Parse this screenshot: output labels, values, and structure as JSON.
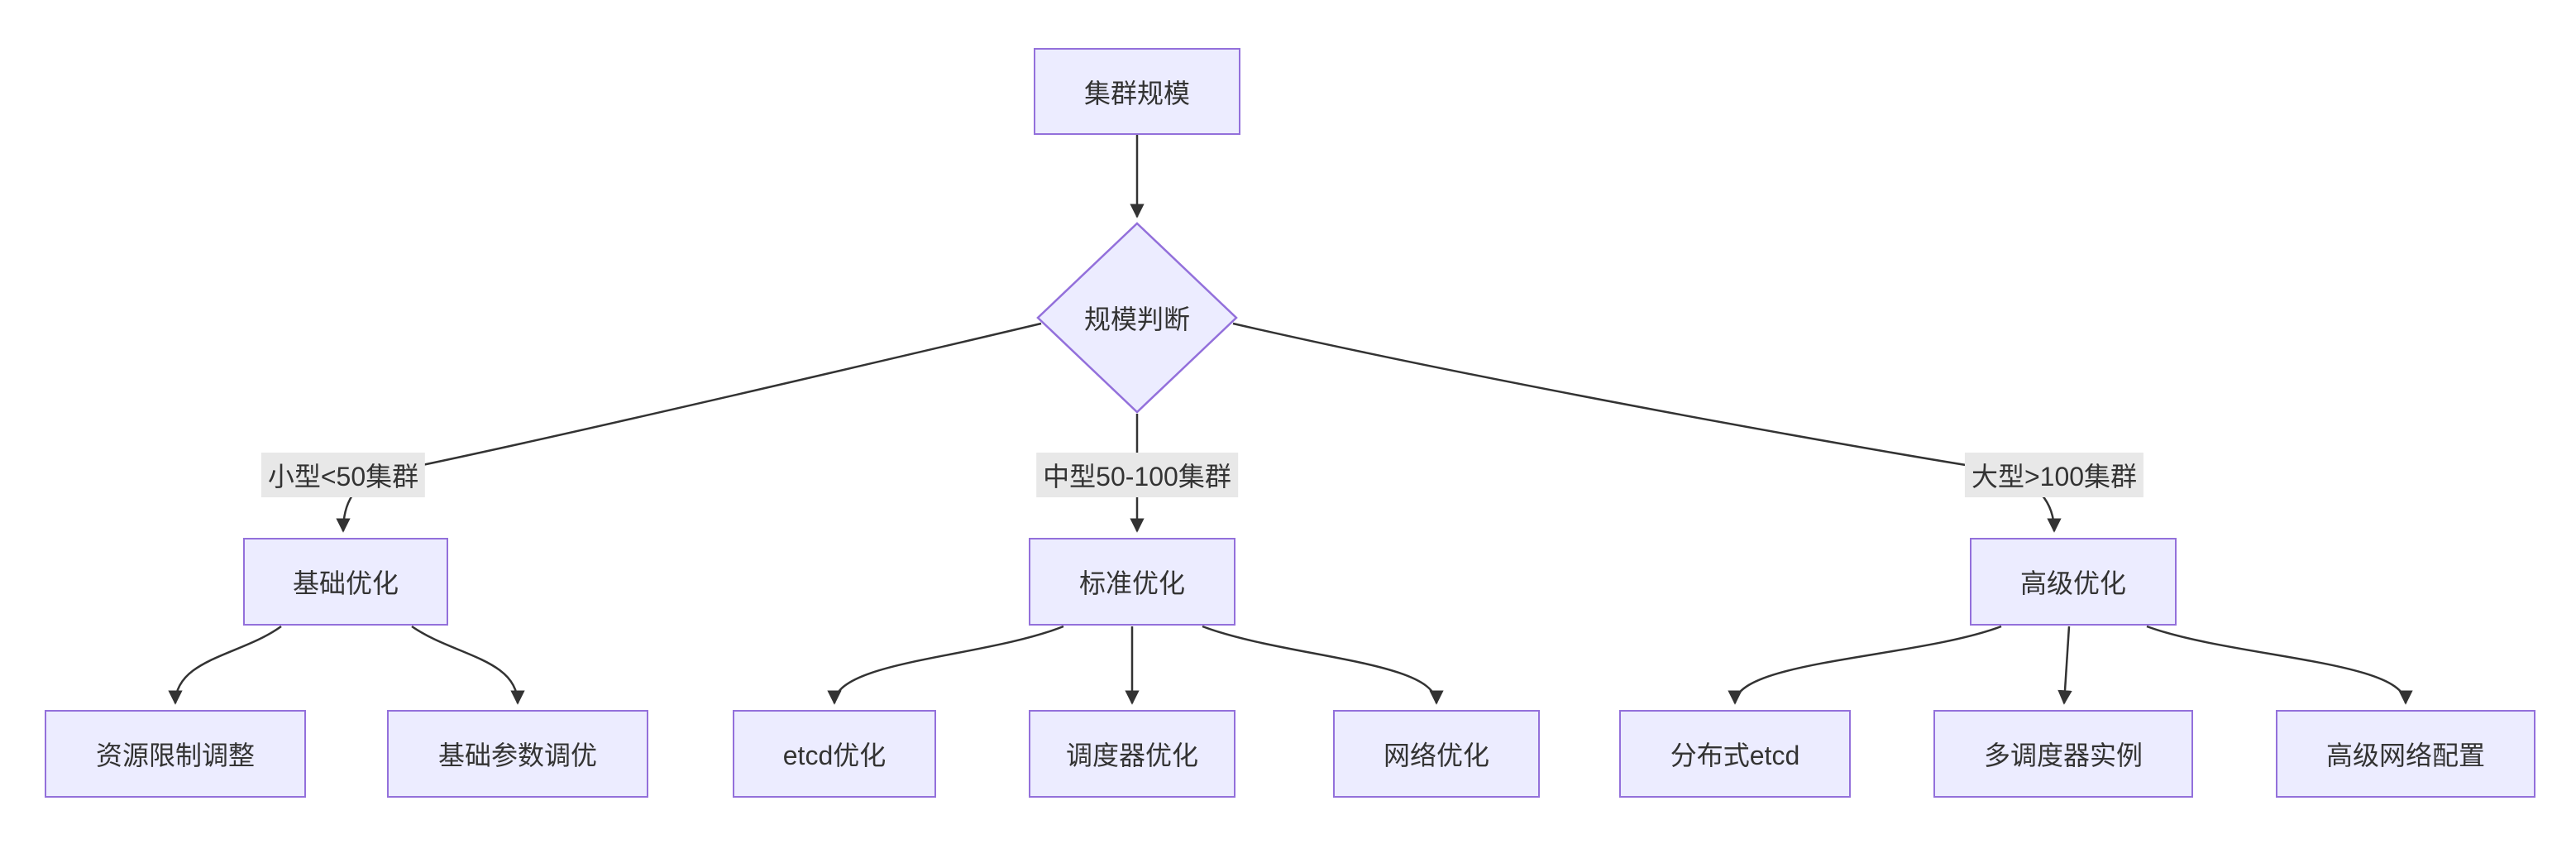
{
  "diagram": {
    "title": "cluster-scale-optimization-flowchart",
    "colors": {
      "background": "#ffffff",
      "node_fill": "#ECECFF",
      "node_border": "#9370DB",
      "edge_color": "#333333",
      "edge_label_bg": "#e8e8e8",
      "text_color": "#333333"
    },
    "nodes": {
      "root": {
        "label": "集群规模",
        "shape": "rect"
      },
      "decision": {
        "label": "规模判断",
        "shape": "diamond"
      },
      "basic": {
        "label": "基础优化",
        "shape": "rect"
      },
      "standard": {
        "label": "标准优化",
        "shape": "rect"
      },
      "advanced": {
        "label": "高级优化",
        "shape": "rect"
      },
      "resource_limit": {
        "label": "资源限制调整",
        "shape": "rect"
      },
      "basic_params": {
        "label": "基础参数调优",
        "shape": "rect"
      },
      "etcd": {
        "label": "etcd优化",
        "shape": "rect"
      },
      "scheduler": {
        "label": "调度器优化",
        "shape": "rect"
      },
      "network": {
        "label": "网络优化",
        "shape": "rect"
      },
      "dist_etcd": {
        "label": "分布式etcd",
        "shape": "rect"
      },
      "multi_scheduler": {
        "label": "多调度器实例",
        "shape": "rect"
      },
      "adv_network": {
        "label": "高级网络配置",
        "shape": "rect"
      }
    },
    "edge_labels": {
      "small": "小型<50集群",
      "medium": "中型50-100集群",
      "large": "大型>100集群"
    },
    "edges": [
      {
        "from": "root",
        "to": "decision"
      },
      {
        "from": "decision",
        "to": "basic",
        "label": "小型<50集群"
      },
      {
        "from": "decision",
        "to": "standard",
        "label": "中型50-100集群"
      },
      {
        "from": "decision",
        "to": "advanced",
        "label": "大型>100集群"
      },
      {
        "from": "basic",
        "to": "resource_limit"
      },
      {
        "from": "basic",
        "to": "basic_params"
      },
      {
        "from": "standard",
        "to": "etcd"
      },
      {
        "from": "standard",
        "to": "scheduler"
      },
      {
        "from": "standard",
        "to": "network"
      },
      {
        "from": "advanced",
        "to": "dist_etcd"
      },
      {
        "from": "advanced",
        "to": "multi_scheduler"
      },
      {
        "from": "advanced",
        "to": "adv_network"
      }
    ]
  }
}
